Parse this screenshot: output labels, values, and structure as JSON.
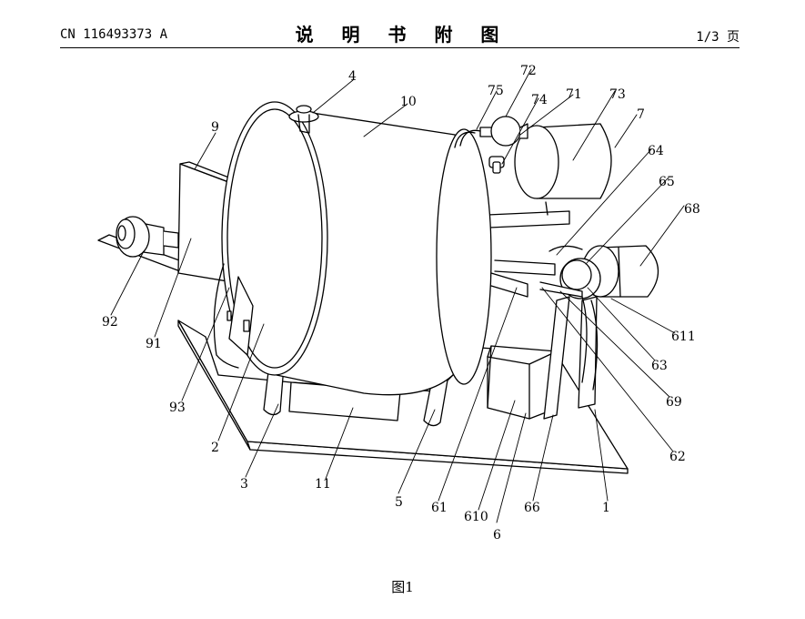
{
  "header": {
    "publication_number": "CN 116493373 A",
    "title": "说 明 书 附 图",
    "page_indicator": "1/3 页"
  },
  "figure": {
    "caption": "图1",
    "labels": {
      "l1": "1",
      "l2": "2",
      "l3": "3",
      "l4": "4",
      "l5": "5",
      "l6": "6",
      "l7": "7",
      "l9": "9",
      "l10": "10",
      "l11": "11",
      "l61": "61",
      "l62": "62",
      "l63": "63",
      "l64": "64",
      "l65": "65",
      "l66": "66",
      "l68": "68",
      "l69": "69",
      "l610": "610",
      "l611": "611",
      "l71": "71",
      "l72": "72",
      "l73": "73",
      "l74": "74",
      "l75": "75",
      "l91": "91",
      "l92": "92",
      "l93": "93"
    }
  }
}
